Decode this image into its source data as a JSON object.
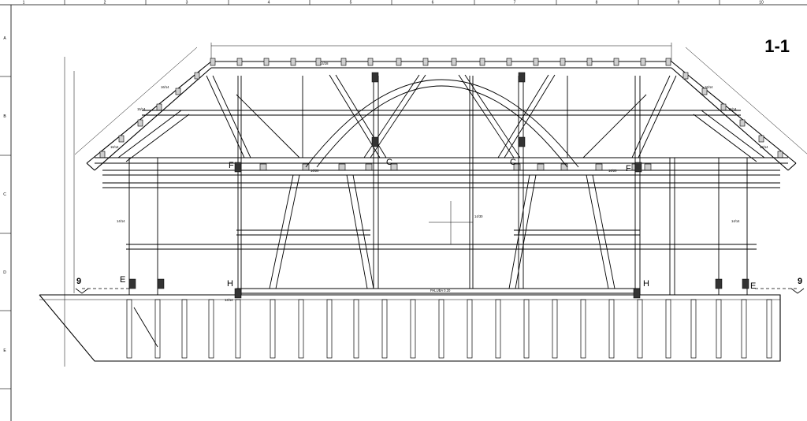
{
  "sheet": {
    "title": "1-1",
    "column_grid": [
      "1",
      "2",
      "3",
      "4",
      "5",
      "6",
      "7",
      "8",
      "9",
      "10"
    ],
    "row_grid": [
      "A",
      "B",
      "C",
      "D",
      "E"
    ]
  },
  "labels": {
    "left_section_number": "9",
    "right_section_number": "9",
    "node_left_c": "C",
    "node_right_c": "C",
    "node_left_f": "F",
    "node_right_f": "F",
    "node_left_h": "H",
    "node_right_h": "H",
    "node_left_e": "E",
    "node_right_e": "E",
    "member_ridge": "14/28",
    "member_center": "14/30",
    "member_sill": "14/14",
    "member_brace_left": "16/14",
    "member_brace_right": "16/14",
    "member_beam_left": "16/20",
    "member_beam_right": "16/20",
    "member_post_left": "14/14",
    "member_post_right": "14/14",
    "member_rafter_left": "16/14",
    "member_rafter_right": "16/14",
    "member_tie_left": "15/14",
    "member_tie_right": "15/14",
    "floor_level": "PALUBA 0.20"
  },
  "colors": {
    "line": "#000000",
    "background": "#ffffff",
    "joint": "#333333"
  }
}
